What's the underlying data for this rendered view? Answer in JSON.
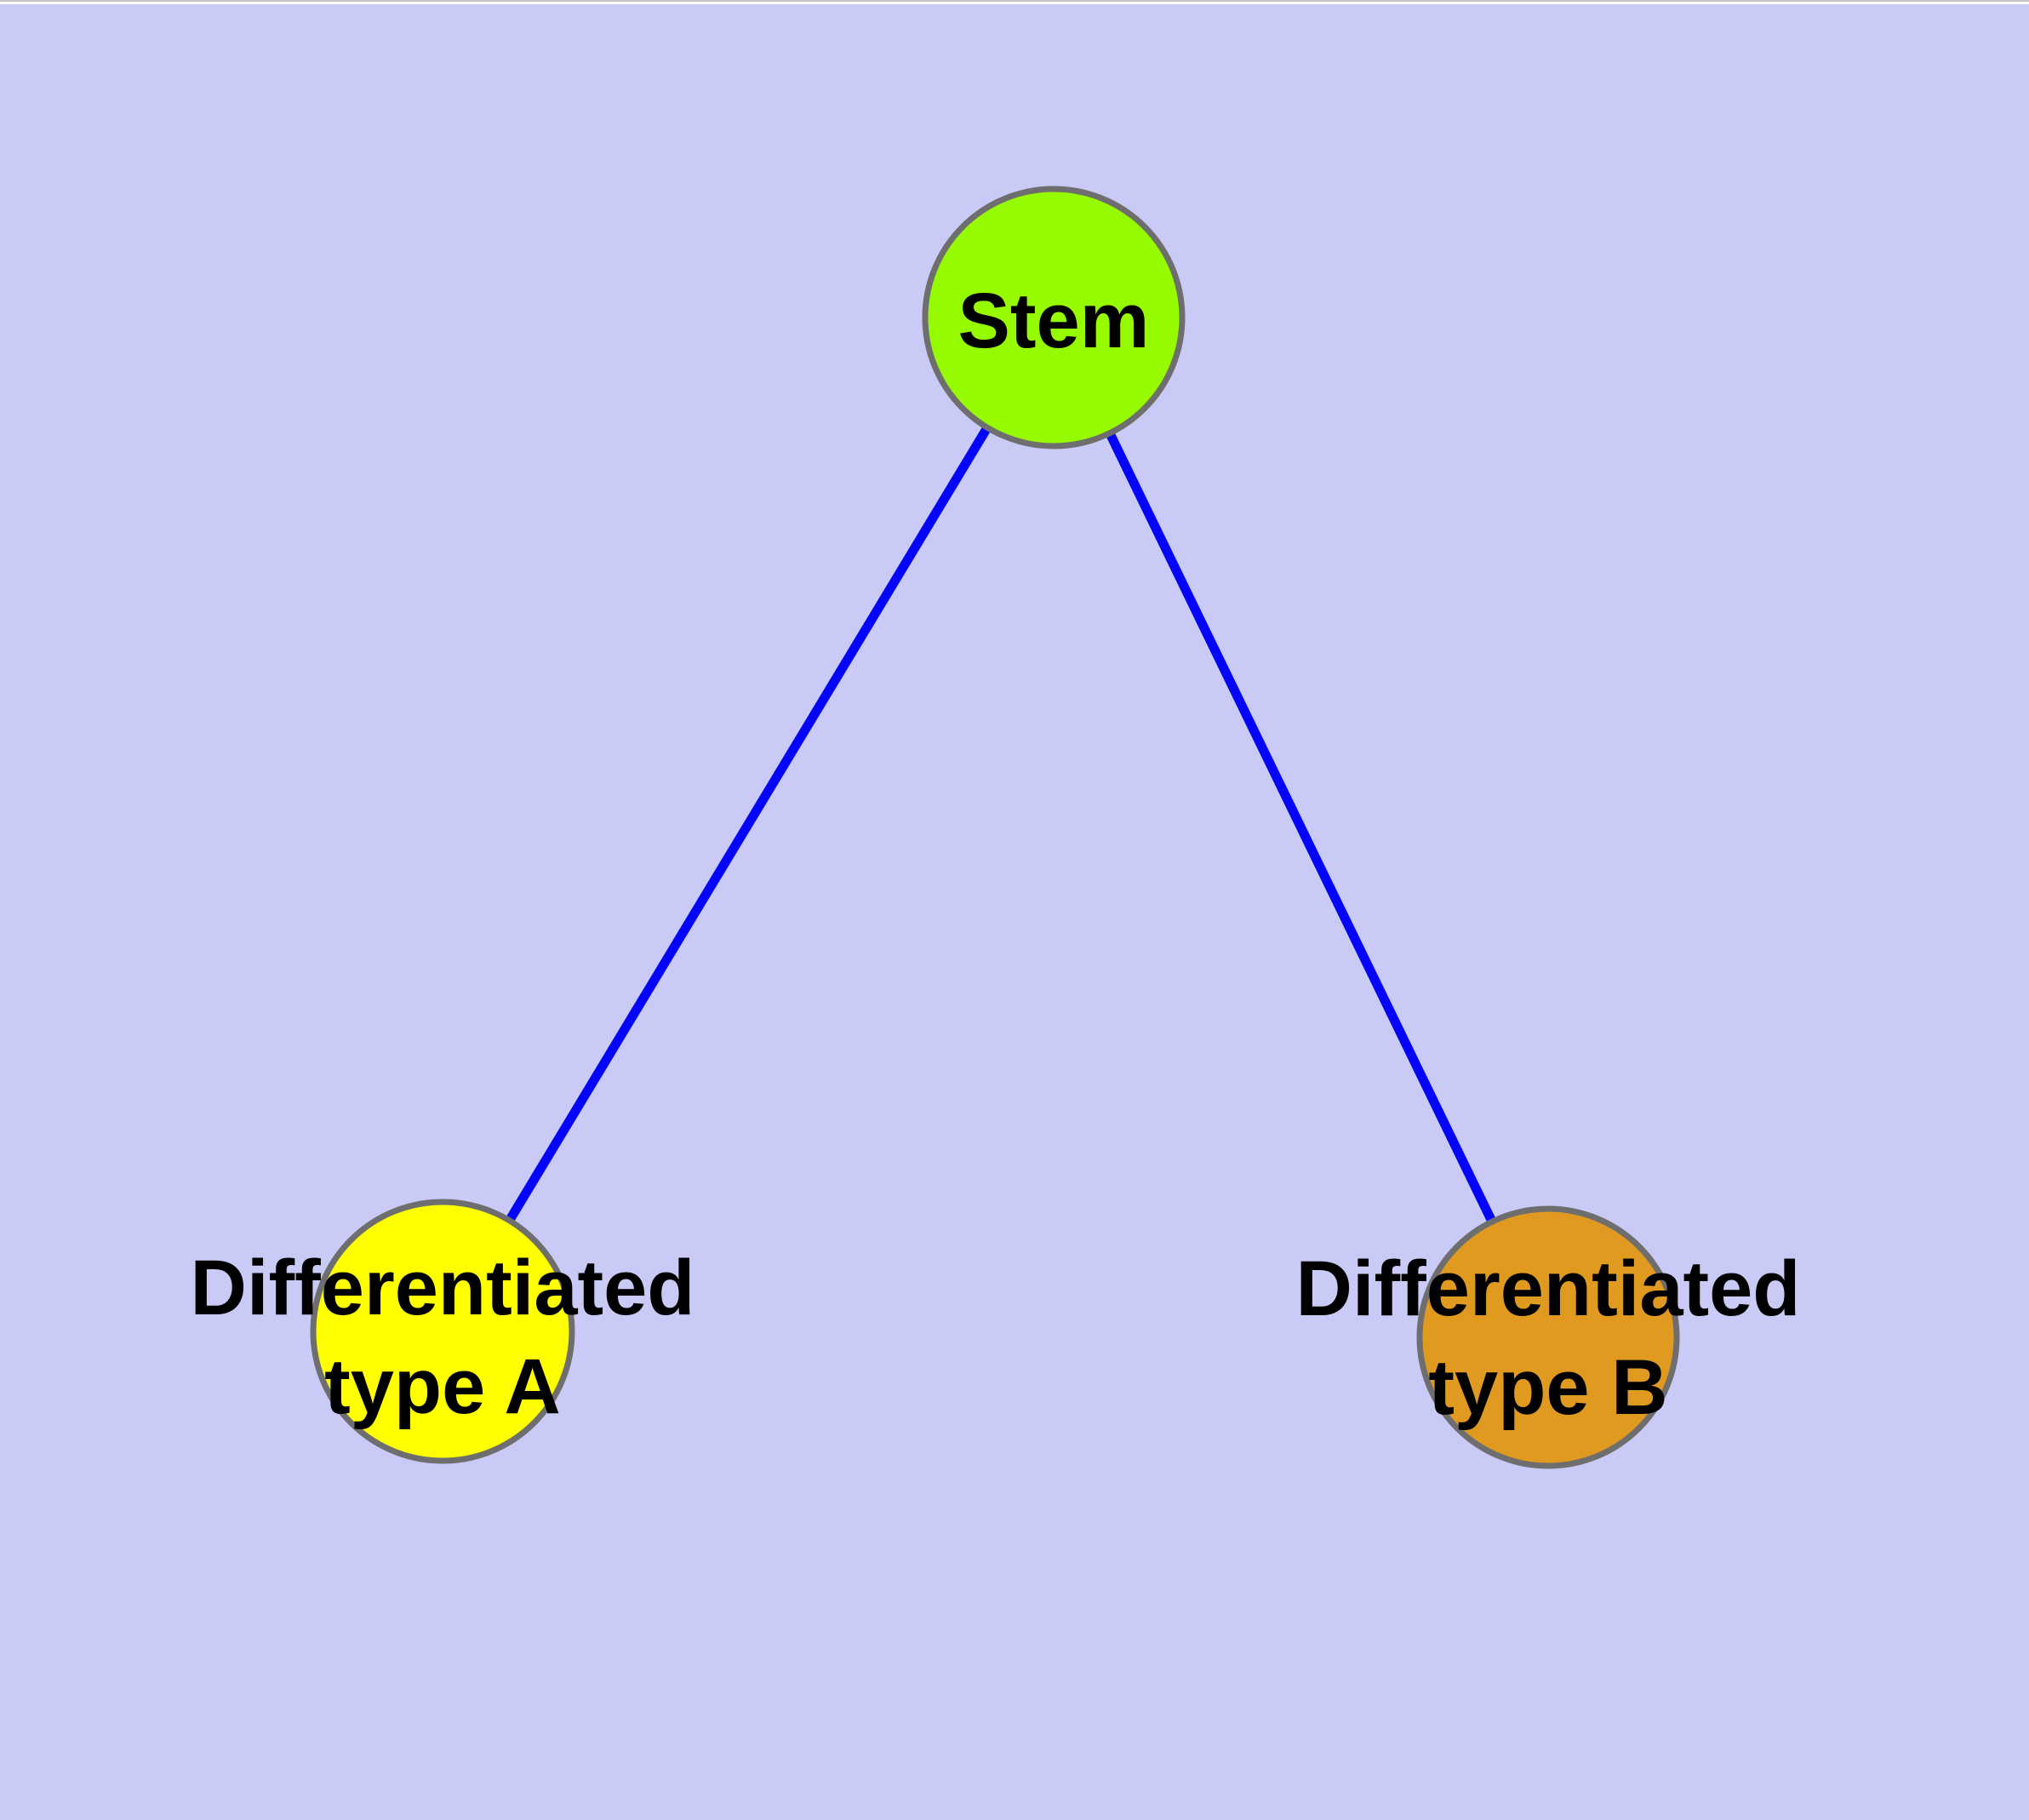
{
  "diagram": {
    "background_color": "#cacaf6",
    "top_strip_color": "#ffffff",
    "top_hairline_color": "#c6c6c6",
    "node_border_color": "#6e6e6e",
    "edge_color": "#0404fb",
    "label_color": "#000000",
    "nodes": {
      "stem": {
        "label": "Stem",
        "fill": "#97fb00"
      },
      "type_a": {
        "label_line1": "Differentiated",
        "label_line2": "type A",
        "fill": "#ffff00"
      },
      "type_b": {
        "label_line1": "Differentiated",
        "label_line2": "type B",
        "fill": "#e09a20"
      }
    },
    "edges": [
      {
        "from": "Stem",
        "to": "Differentiated type A"
      },
      {
        "from": "Stem",
        "to": "Differentiated type B"
      }
    ]
  }
}
